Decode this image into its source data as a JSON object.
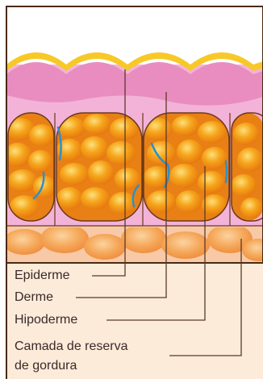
{
  "labels": {
    "epiderme": "Epiderme",
    "derme": "Derme",
    "hipoderme": "Hipoderme",
    "camada_line1": "Camada de reserva",
    "camada_line2": "de gordura"
  },
  "colors": {
    "border": "#4a2a14",
    "epidermis_yellow": "#f7c928",
    "dermis_pink": "#e98dc0",
    "dermis_light_pink": "#f3b3d8",
    "fat_orange": "#f6a21a",
    "fat_dark": "#e07a10",
    "fat_highlight": "#fbd15a",
    "reserve_light": "#f8c9a6",
    "label_bg": "#fcebd9",
    "vessel_blue": "#2e8fc8",
    "line": "#5a3a2a"
  }
}
